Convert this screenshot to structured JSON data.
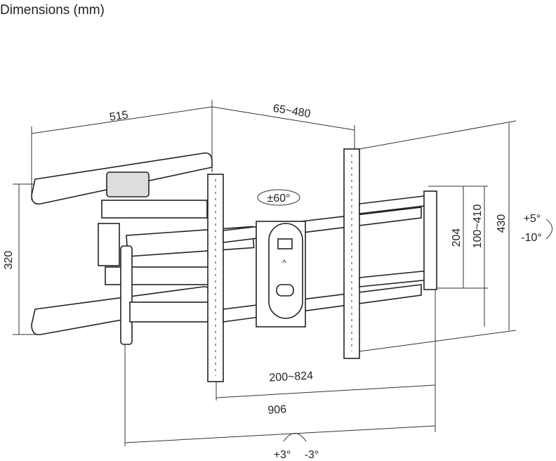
{
  "title": "Dimensions (mm)",
  "dimensions": {
    "arm_length": "515",
    "wall_distance": "65~480",
    "wall_plate_height": "320",
    "bracket_height": "430",
    "vesa_vertical": "100~410",
    "min_vertical": "204",
    "tilt_up": "+5°",
    "tilt_down": "-10°",
    "vesa_horizontal": "200~824",
    "total_width": "906",
    "level_plus": "+3°",
    "level_minus": "-3°",
    "swivel": "±60°"
  },
  "colors": {
    "line": "#222222",
    "background": "#ffffff"
  }
}
